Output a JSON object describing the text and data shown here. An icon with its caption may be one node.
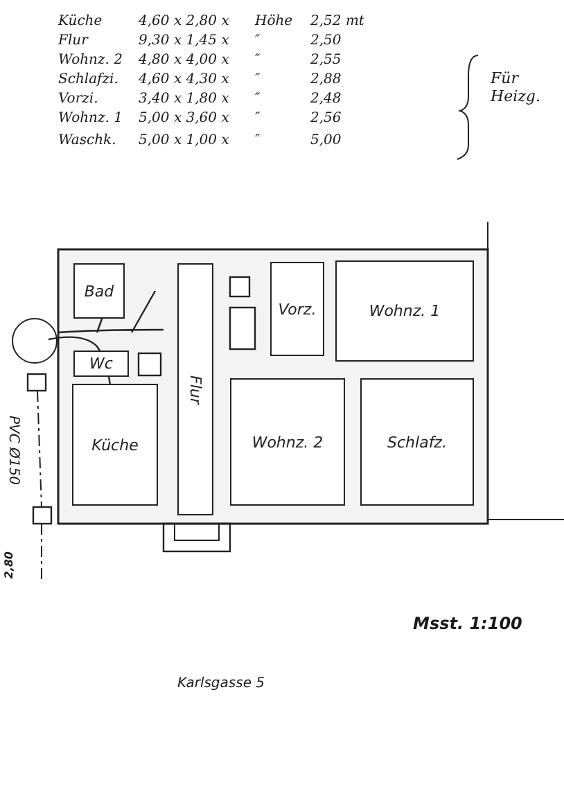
{
  "diagram": {
    "nodes": [
      {
        "text": [
          "Bad"
        ]
      },
      {
        "text": [
          "Wc"
        ]
      },
      {
        "text": [
          "Küche"
        ]
      },
      {
        "text": [
          "Flur"
        ]
      },
      {
        "text": [
          "Vorz."
        ]
      },
      {
        "text": [
          "Wohnz. 1"
        ]
      },
      {
        "text": [
          "Wohnz. 2"
        ]
      },
      {
        "text": [
          "Schlafz."
        ]
      }
    ],
    "labels": [
      "Küche",
      "4,60 x 2,80 x",
      "Höhe",
      "2,52 mt",
      "Flur",
      "9,30 x 1,45 x",
      "″",
      "2,50",
      "Wohnz. 2",
      "4,80 x 4,00 x",
      "″",
      "2,55",
      "Schlafzi.",
      "4,60 x 4,30 x",
      "″",
      "2,88",
      "Vorzi.",
      "3,40 x 1,80 x",
      "″",
      "2,48",
      "Wohnz. 1",
      "5,00 x 3,60 x",
      "″",
      "2,56",
      "Waschk.",
      "5,00 x 1,00 x",
      "″",
      "5,00",
      "Für Heizg.",
      "PVC Ø150",
      "2,80",
      "Msst. 1:100",
      "Karlsgasse 5"
    ]
  }
}
